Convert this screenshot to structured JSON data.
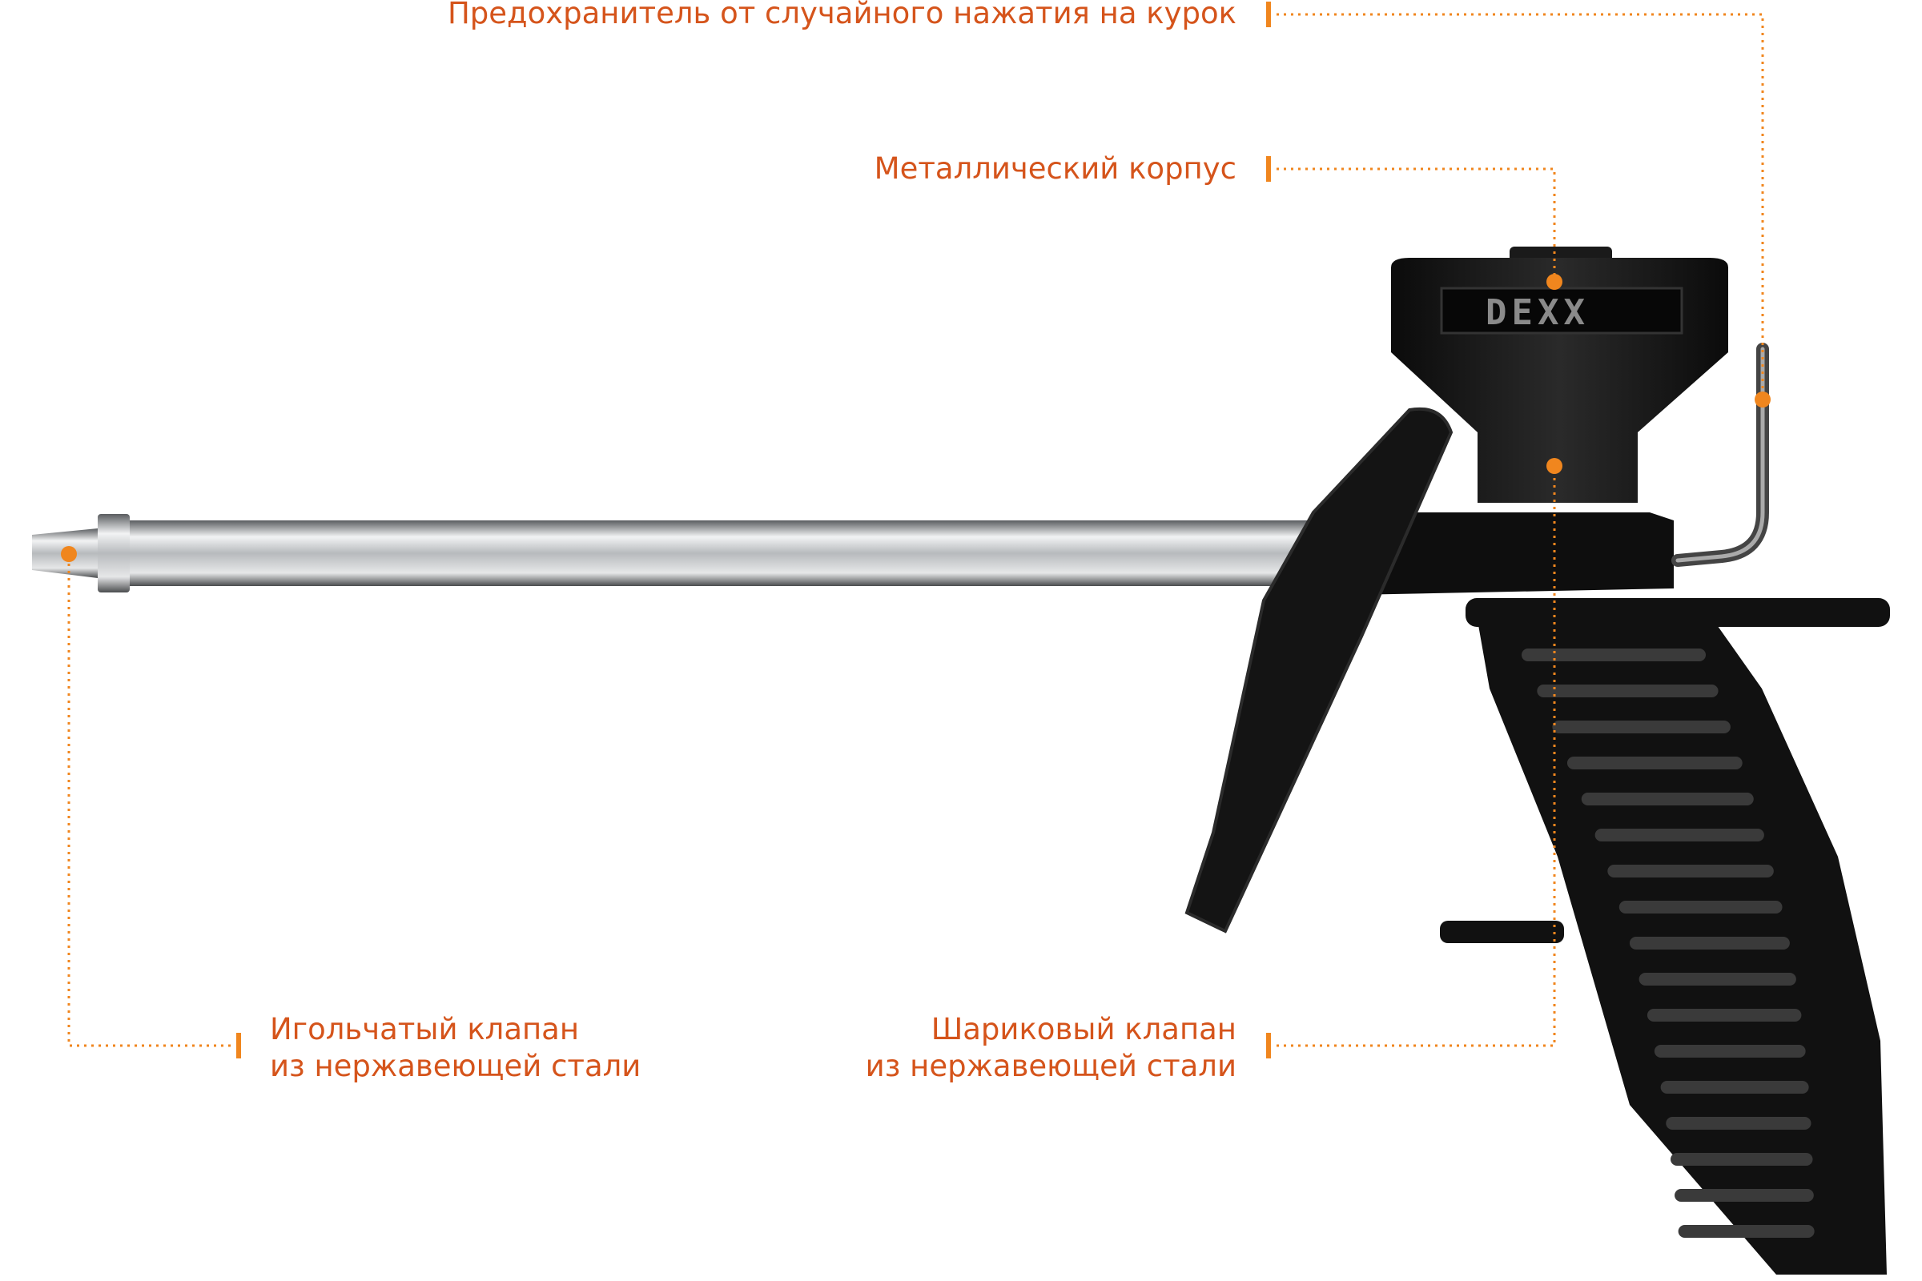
{
  "colors": {
    "label_text": "#d5541b",
    "callout": "#f0861e",
    "gun_body": "#111111",
    "tube": "#b9bcbf"
  },
  "brand": "DEXX",
  "callouts": {
    "safety": {
      "text": "Предохранитель от случайного нажатия на курок"
    },
    "body": {
      "text": "Металлический корпус"
    },
    "needle_valve": {
      "line1": "Игольчатый клапан",
      "line2": "из нержавеющей стали"
    },
    "ball_valve": {
      "line1": "Шариковый клапан",
      "line2": "из нержавеющей стали"
    }
  }
}
